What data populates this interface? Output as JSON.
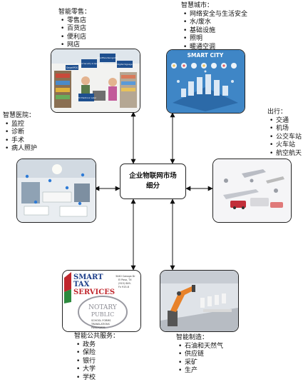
{
  "center": {
    "title_line1": "企业物联网市场",
    "title_line2": "细分"
  },
  "segments": {
    "retail": {
      "title": "智能零售：",
      "items": [
        "零售店",
        "百货店",
        "便利店",
        "网店"
      ]
    },
    "city": {
      "title": "智慧城市：",
      "items": [
        "网络安全与生活安全",
        "水/废水",
        "基础设施",
        "照明",
        "暖通空调"
      ]
    },
    "healthcare": {
      "title": "智慧医院：",
      "items": [
        "监控",
        "诊断",
        "手术",
        "病人照护"
      ]
    },
    "travel": {
      "title": "出行：",
      "items": [
        "交通",
        "机场",
        "公交车站",
        "火车站",
        "航空航天"
      ]
    },
    "public": {
      "title": "智能公共服务：",
      "items": [
        "政务",
        "保险",
        "银行",
        "大学",
        "学校"
      ]
    },
    "manufacturing": {
      "title": "智能制造：",
      "items": [
        "石油和天然气",
        "供应链",
        "采矿",
        "生产"
      ]
    }
  },
  "images": {
    "retail": {
      "tags": [
        "SmartPOS",
        "Network Security & Operating",
        "SmartFace Recognition",
        "Digital Signage",
        "RFID Electronic Label"
      ]
    },
    "city": {
      "banner": "SMART CITY"
    },
    "tax": {
      "brand_line1": "SMART",
      "brand_line2": "TAX",
      "brand_line3": "SERVICES",
      "address": [
        "3440 Canoga Dr",
        "El Paso, TX",
        "(915) 849-",
        "Fx 915-8"
      ],
      "stamp_line1": "NOTARY",
      "stamp_line2": "PUBLIC",
      "checklist": [
        "SCHOOL FORMS",
        "TRANSLATIONS",
        "PASSPORTS"
      ]
    }
  },
  "colors": {
    "line": "#111111",
    "tile_border": "#222222",
    "city_blue": "#3f86c6",
    "robot_orange": "#e8822a"
  }
}
